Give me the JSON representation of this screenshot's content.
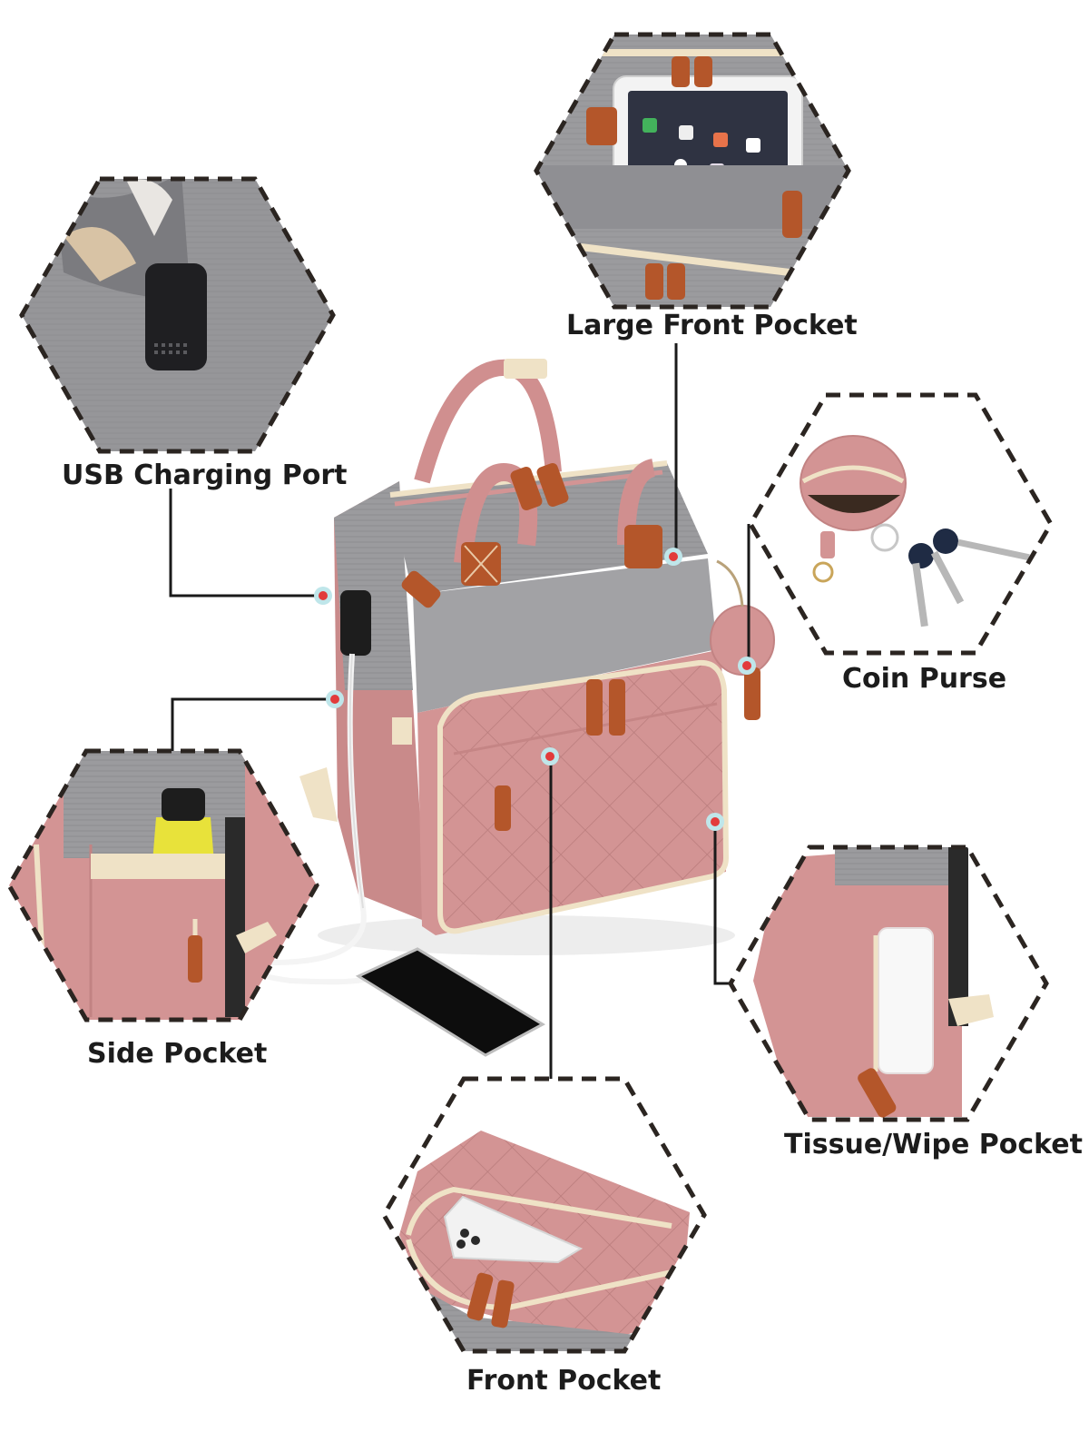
{
  "callouts": {
    "usb_charging_port": "USB Charging Port",
    "large_front_pocket": "Large Front Pocket",
    "coin_purse": "Coin Purse",
    "side_pocket": "Side Pocket",
    "tissue_wipe_pocket": "Tissue/Wipe Pocket",
    "front_pocket": "Front Pocket"
  },
  "colors": {
    "background": "#ffffff",
    "bag_pink": "#d99a9a",
    "bag_pink_dark": "#c88585",
    "bag_gray": "#9a9a9c",
    "bag_gray_dark": "#7d7d80",
    "leather_tab": "#b4562a",
    "zipper_trim": "#efe2c6",
    "hex_border": "#2b2521",
    "leader_line": "#1a1a1a",
    "marker_dot": "#e23b3b",
    "marker_ring": "#bfe6ea"
  },
  "icons": {
    "usb_port": "usb-port-icon",
    "tablet": "tablet-icon",
    "keys": "keys-icon",
    "umbrella": "umbrella-icon",
    "tissue": "tissue-icon",
    "phone": "phone-icon"
  }
}
